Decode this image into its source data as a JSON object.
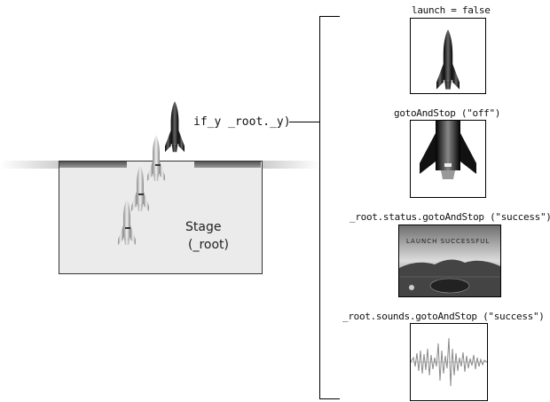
{
  "stage": {
    "name": "Stage",
    "sub": "(_root)"
  },
  "condition": "if_y  _root._y)",
  "panels": [
    {
      "label": "launch = false"
    },
    {
      "label": "gotoAndStop (\"off\")"
    },
    {
      "label": "_root.status.gotoAndStop (\"success\")",
      "screen_text": "LAUNCH SUCCESSFUL"
    },
    {
      "label": "_root.sounds.gotoAndStop (\"success\")"
    }
  ],
  "colors": {
    "rocket_dark": "#1a1a1a",
    "rocket_light": "#bdbdbd",
    "stage_fill": "#ebebeb"
  }
}
